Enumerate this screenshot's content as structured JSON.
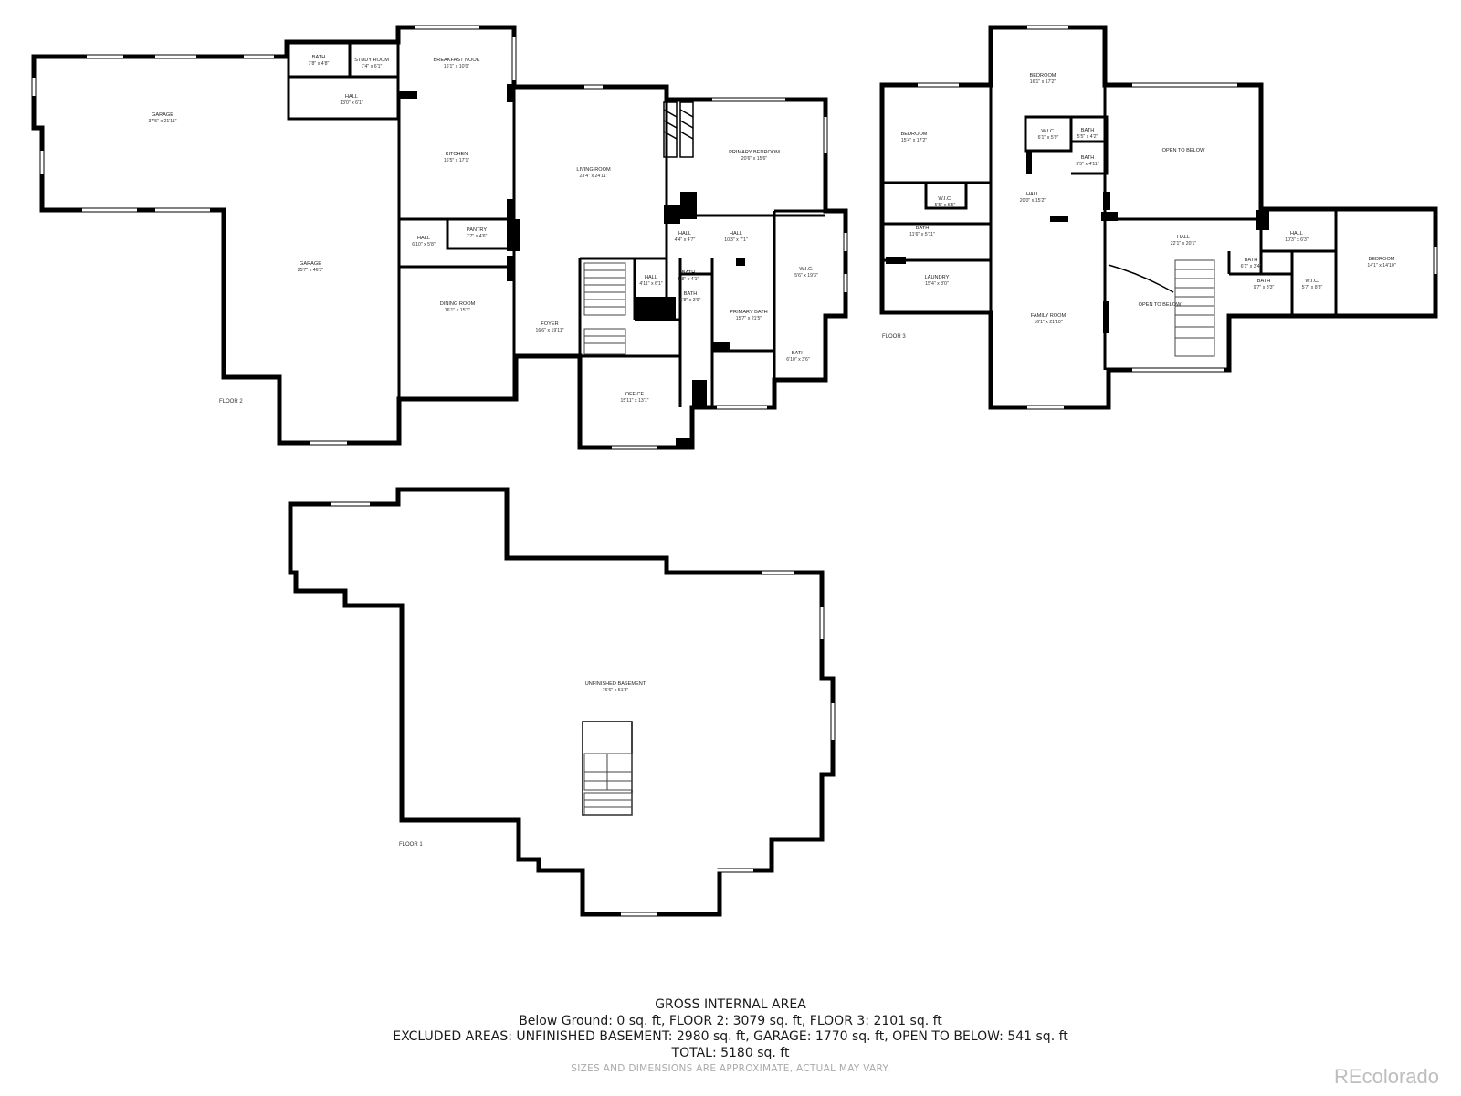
{
  "floor_labels": {
    "floor2": "FLOOR 2",
    "floor3": "FLOOR 3",
    "floor1": "FLOOR 1"
  },
  "rooms": [
    {
      "id": "garage-a",
      "name": "GARAGE",
      "dim": "37'5\" x 21'11\""
    },
    {
      "id": "bath-a",
      "name": "BATH",
      "dim": "7'8\" x 4'8\""
    },
    {
      "id": "study",
      "name": "STUDY ROOM",
      "dim": "7'4\" x 6'1\""
    },
    {
      "id": "hall-a",
      "name": "HALL",
      "dim": "13'0\" x 6'1\""
    },
    {
      "id": "nook",
      "name": "BREAKFAST NOOK",
      "dim": "16'1\" x 10'0\""
    },
    {
      "id": "kitchen",
      "name": "KITCHEN",
      "dim": "16'5\" x 17'1\""
    },
    {
      "id": "living",
      "name": "LIVING ROOM",
      "dim": "23'4\" x 24'11\""
    },
    {
      "id": "primary-bed",
      "name": "PRIMARY BEDROOM",
      "dim": "20'6\" x 15'6\""
    },
    {
      "id": "garage-b",
      "name": "GARAGE",
      "dim": "25'7\" x 46'3\""
    },
    {
      "id": "hall-b",
      "name": "HALL",
      "dim": "6'10\" x 5'8\""
    },
    {
      "id": "pantry",
      "name": "PANTRY",
      "dim": "7'7\" x 4'6\""
    },
    {
      "id": "hall-c",
      "name": "HALL",
      "dim": "4'4\" x 4'7\""
    },
    {
      "id": "hall-d",
      "name": "HALL",
      "dim": "10'3\" x 7'1\""
    },
    {
      "id": "wic-a",
      "name": "W.I.C.",
      "dim": "5'6\" x 19'3\""
    },
    {
      "id": "dining",
      "name": "DINING ROOM",
      "dim": "16'1\" x 15'3\""
    },
    {
      "id": "hall-e",
      "name": "HALL",
      "dim": "4'11\" x 6'1\""
    },
    {
      "id": "bath-b",
      "name": "BATH",
      "dim": "5'8\" x 4'1\""
    },
    {
      "id": "bath-c",
      "name": "BATH",
      "dim": "5'8\" x 3'9\""
    },
    {
      "id": "foyer",
      "name": "FOYER",
      "dim": "16'6\" x 19'11\""
    },
    {
      "id": "primary-bath",
      "name": "PRIMARY BATH",
      "dim": "15'7\" x 21'5\""
    },
    {
      "id": "bath-d",
      "name": "BATH",
      "dim": "6'10\" x 3'6\""
    },
    {
      "id": "office",
      "name": "OFFICE",
      "dim": "15'11\" x 13'1\""
    },
    {
      "id": "bed-1",
      "name": "BEDROOM",
      "dim": "16'1\" x 17'2\""
    },
    {
      "id": "bed-2",
      "name": "BEDROOM",
      "dim": "15'4\" x 17'2\""
    },
    {
      "id": "wic-b",
      "name": "W.I.C.",
      "dim": "6'1\" x 5'9\""
    },
    {
      "id": "bath-e",
      "name": "BATH",
      "dim": "5'5\" x 4'2\""
    },
    {
      "id": "bath-f",
      "name": "BATH",
      "dim": "5'5\" x 4'11\""
    },
    {
      "id": "open-1",
      "name": "OPEN TO BELOW",
      "dim": ""
    },
    {
      "id": "hall-f",
      "name": "HALL",
      "dim": "20'0\" x 15'2\""
    },
    {
      "id": "wic-c",
      "name": "W.I.C.",
      "dim": "5'5\" x 5'5\""
    },
    {
      "id": "bath-g",
      "name": "BATH",
      "dim": "11'6\" x 5'11\""
    },
    {
      "id": "hall-g",
      "name": "HALL",
      "dim": "22'1\" x 20'1\""
    },
    {
      "id": "hall-h",
      "name": "HALL",
      "dim": "10'3\" x 6'3\""
    },
    {
      "id": "bed-3",
      "name": "BEDROOM",
      "dim": "14'1\" x 14'10\""
    },
    {
      "id": "laundry",
      "name": "LAUNDRY",
      "dim": "15'4\" x 8'0\""
    },
    {
      "id": "bath-h",
      "name": "BATH",
      "dim": "6'1\" x 3'4\""
    },
    {
      "id": "bath-i",
      "name": "BATH",
      "dim": "9'7\" x 8'3\""
    },
    {
      "id": "wic-d",
      "name": "W.I.C.",
      "dim": "5'7\" x 8'3\""
    },
    {
      "id": "open-2",
      "name": "OPEN TO BELOW",
      "dim": ""
    },
    {
      "id": "family",
      "name": "FAMILY ROOM",
      "dim": "16'1\" x 21'10\""
    },
    {
      "id": "basement",
      "name": "UNFINISHED BASEMENT",
      "dim": "76'6\" x 51'3\""
    }
  ],
  "summary": {
    "heading": "GROSS INTERNAL AREA",
    "line1": "Below Ground: 0 sq. ft, FLOOR 2: 3079 sq. ft, FLOOR 3: 2101 sq. ft",
    "line2": "EXCLUDED AREAS: UNFINISHED BASEMENT: 2980 sq. ft, GARAGE: 1770 sq. ft, OPEN TO BELOW: 541 sq. ft",
    "line3": "TOTAL: 5180 sq. ft",
    "disclaimer": "SIZES AND DIMENSIONS ARE APPROXIMATE, ACTUAL MAY VARY."
  },
  "logo": "REcolorado"
}
